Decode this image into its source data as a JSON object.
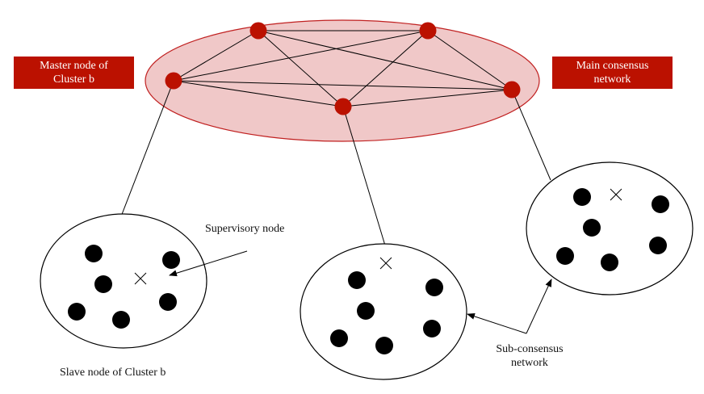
{
  "diagram": {
    "type": "network-topology",
    "labels": {
      "master_node": "Master node of Cluster b",
      "master_node_lines": [
        "Master node of",
        "Cluster b"
      ],
      "main_consensus": "Main consensus network",
      "main_consensus_lines": [
        "Main consensus",
        "network"
      ],
      "supervisory_node": "Supervisory node",
      "slave_node": "Slave node of Cluster b",
      "sub_consensus": "Sub-consensus network",
      "sub_consensus_lines": [
        "Sub-consensus",
        "network"
      ]
    },
    "main_network": {
      "master_nodes": [
        "A",
        "B",
        "C",
        "D",
        "E"
      ],
      "edges": [
        [
          "A",
          "B"
        ],
        [
          "A",
          "C"
        ],
        [
          "A",
          "D"
        ],
        [
          "A",
          "E"
        ],
        [
          "B",
          "C"
        ],
        [
          "B",
          "D"
        ],
        [
          "B",
          "E"
        ],
        [
          "C",
          "D"
        ],
        [
          "C",
          "E"
        ],
        [
          "D",
          "E"
        ]
      ]
    },
    "clusters": [
      {
        "name": "cluster-left",
        "master": "A",
        "slave_count": 6,
        "has_supervisory_node": true
      },
      {
        "name": "cluster-middle",
        "master": "D",
        "slave_count": 6,
        "has_supervisory_node": true
      },
      {
        "name": "cluster-right",
        "master": "E",
        "slave_count": 6,
        "has_supervisory_node": true
      }
    ],
    "colors": {
      "master_node": "#bb1100",
      "main_network_fill": "#f0c8c8",
      "main_network_stroke": "#c02020",
      "label_box": "#bb1100",
      "slave_node": "#000000"
    }
  }
}
